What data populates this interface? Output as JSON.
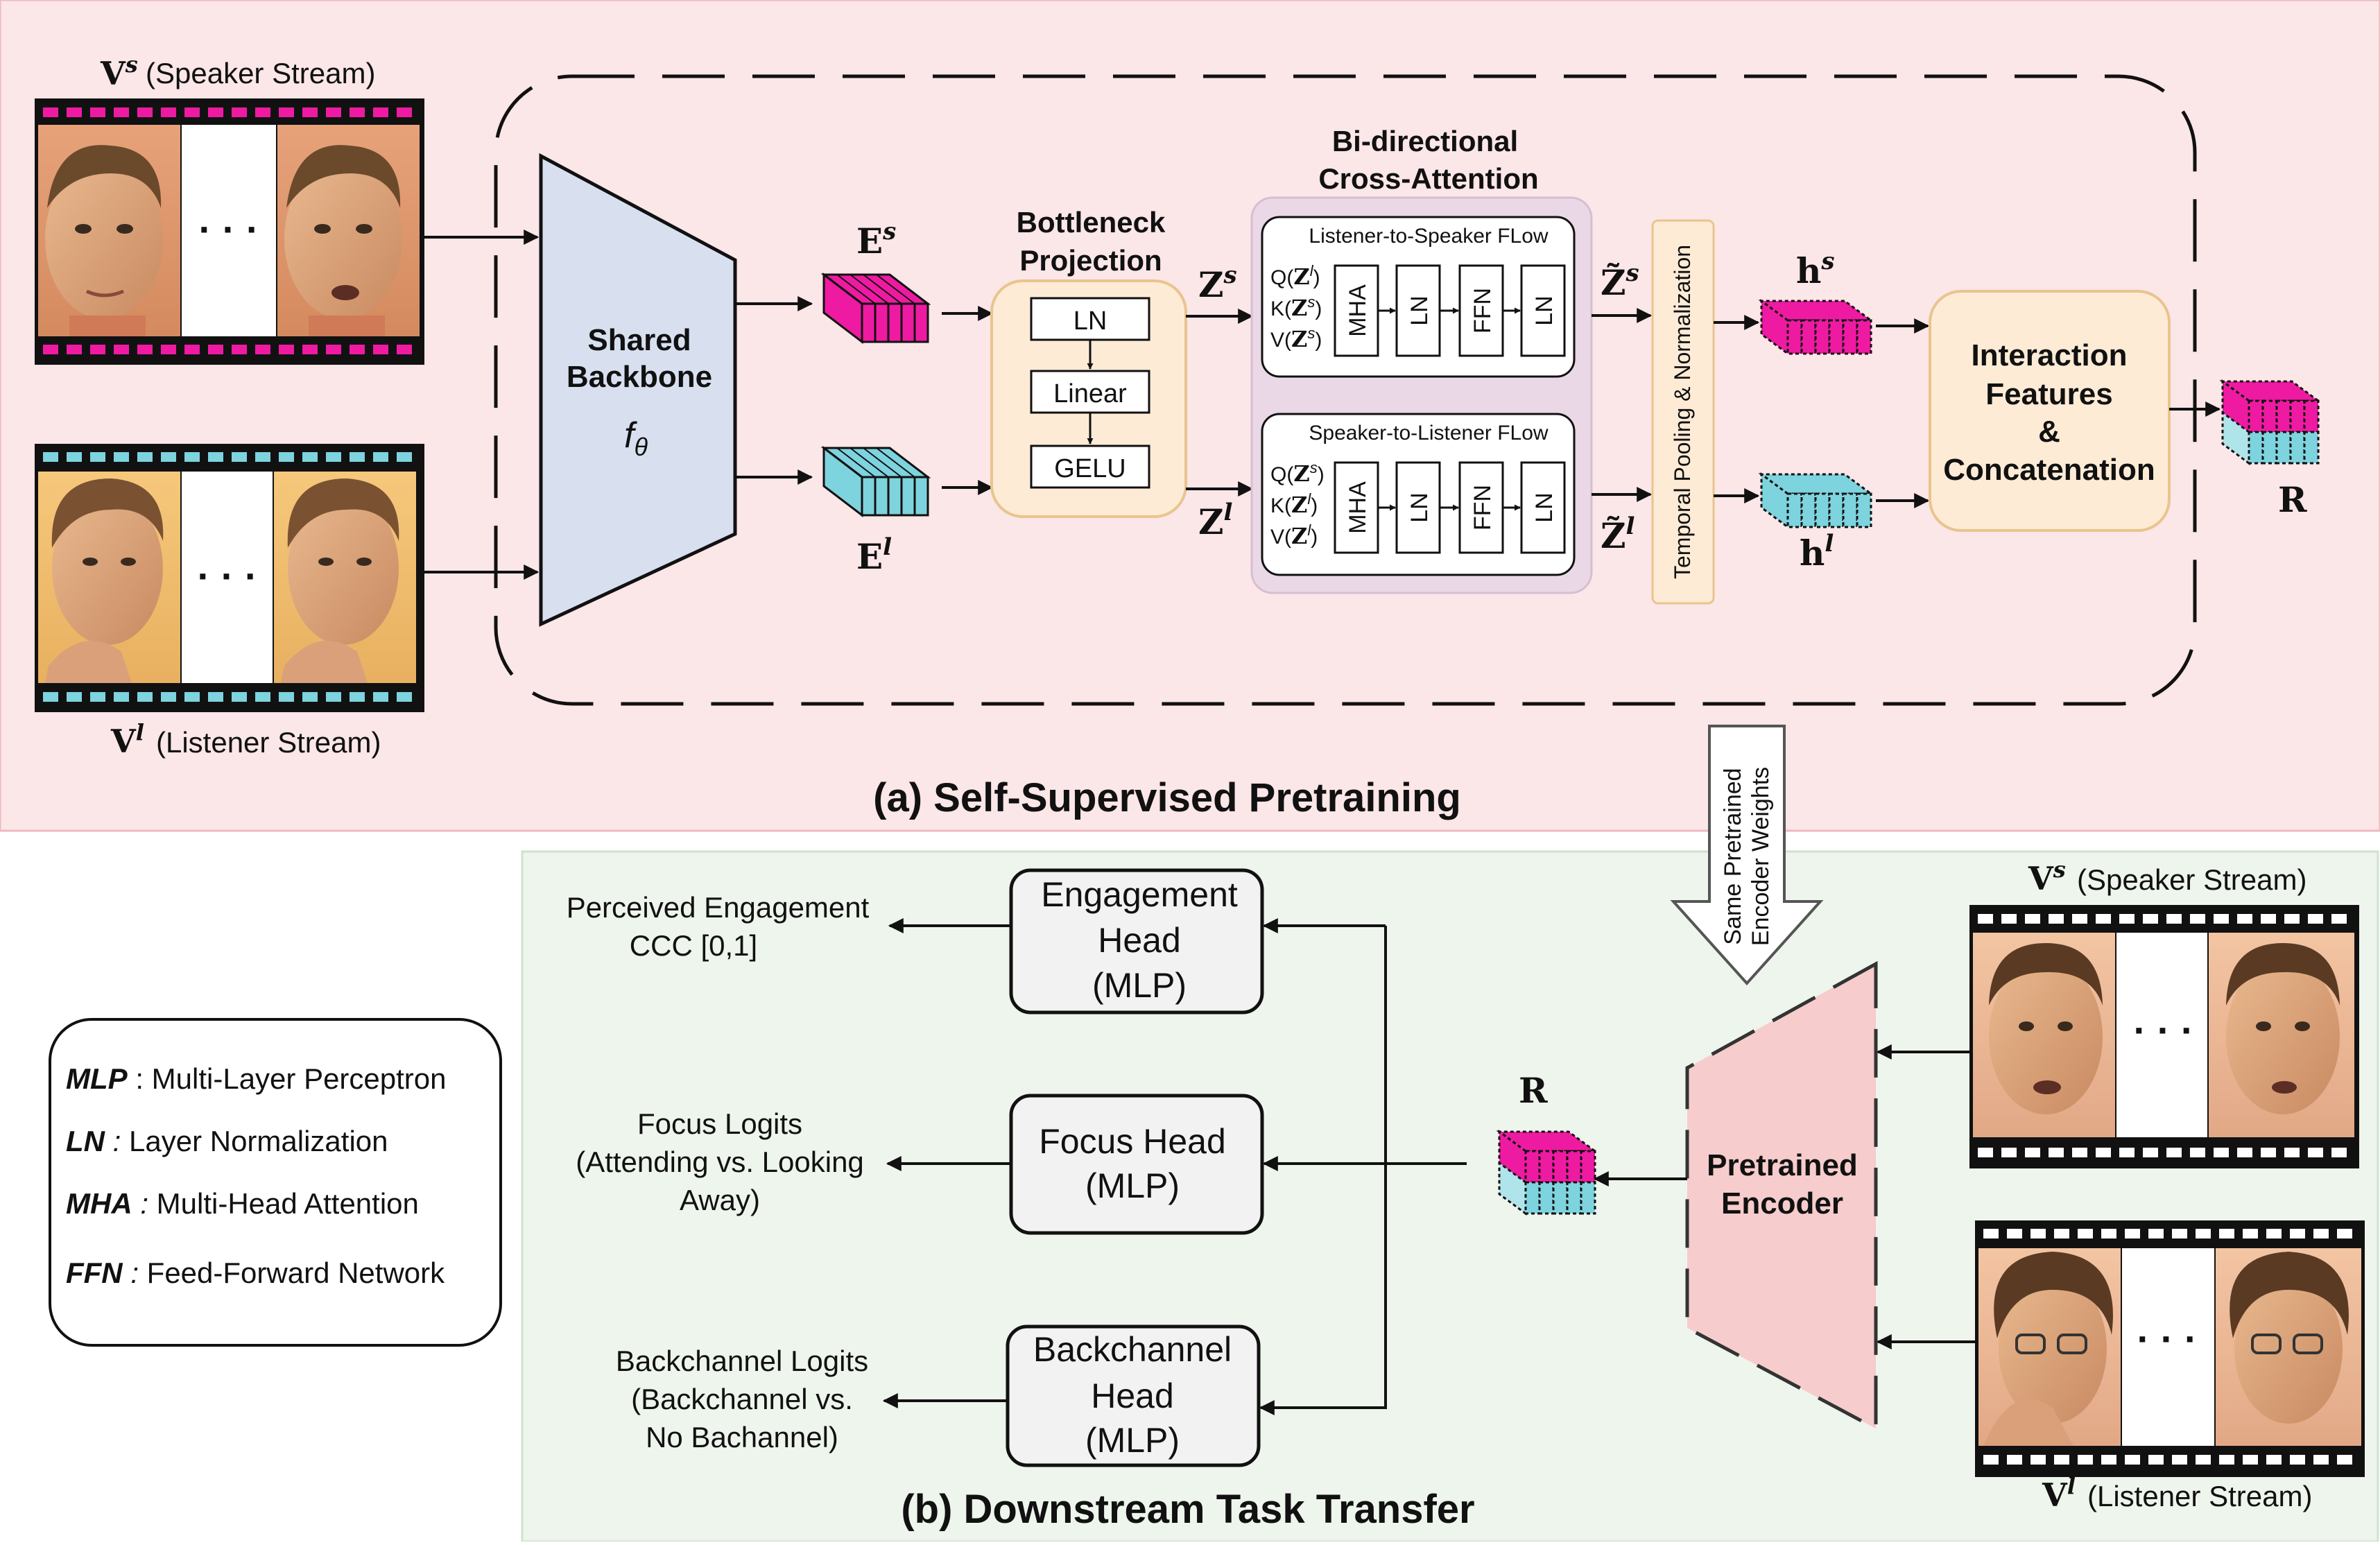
{
  "panel_a": {
    "title": "(a) Self-Supervised Pretraining",
    "speaker_stream": {
      "symbol": "V",
      "sup": "s",
      "label": "(Speaker Stream)"
    },
    "listener_stream": {
      "symbol": "V",
      "sup": "l",
      "label": "(Listener Stream)"
    },
    "ellipsis": "· · ·",
    "backbone": {
      "line1": "Shared",
      "line2": "Backbone",
      "fn": "f",
      "sub": "θ"
    },
    "embed_s": {
      "symbol": "E",
      "sup": "s"
    },
    "embed_l": {
      "symbol": "E",
      "sup": "l"
    },
    "bottleneck": {
      "title1": "Bottleneck",
      "title2": "Projection",
      "ln": "LN",
      "linear": "Linear",
      "gelu": "GELU"
    },
    "z_s": {
      "symbol": "Z",
      "sup": "s"
    },
    "z_l": {
      "symbol": "Z",
      "sup": "l"
    },
    "cross_attention": {
      "title1": "Bi-directional",
      "title2": "Cross-Attention",
      "flow1": {
        "title": "Listener-to-Speaker FLow",
        "q": "Q(",
        "q_sym": "Z",
        "q_sup": "l",
        "k": "K(",
        "k_sym": "Z",
        "k_sup": "s",
        "v": "V(",
        "v_sym": "Z",
        "v_sup": "s",
        "close": ")"
      },
      "flow2": {
        "title": "Speaker-to-Listener FLow",
        "q": "Q(",
        "q_sym": "Z",
        "q_sup": "s",
        "k": "K(",
        "k_sym": "Z",
        "k_sup": "l",
        "v": "V(",
        "v_sym": "Z",
        "v_sup": "l",
        "close": ")"
      },
      "mha": "MHA",
      "ln": "LN",
      "ffn": "FFN"
    },
    "zt_s": {
      "symbol": "Z̃",
      "sup": "s"
    },
    "zt_l": {
      "symbol": "Z̃",
      "sup": "l"
    },
    "pooling": "Temporal Pooling & Normalization",
    "h_s": {
      "symbol": "h",
      "sup": "s"
    },
    "h_l": {
      "symbol": "h",
      "sup": "l"
    },
    "interaction": {
      "line1": "Interaction",
      "line2": "Features",
      "line3": "&",
      "line4": "Concatenation"
    },
    "r": "R"
  },
  "transfer": {
    "line1": "Same Pretrained",
    "line2": "Encoder Weights"
  },
  "panel_b": {
    "title": "(b) Downstream Task Transfer",
    "speaker_stream": {
      "symbol": "V",
      "sup": "s",
      "label": "(Speaker Stream)"
    },
    "listener_stream": {
      "symbol": "V",
      "sup": "l",
      "label": "(Listener Stream)"
    },
    "encoder": {
      "line1": "Pretrained",
      "line2": "Encoder"
    },
    "r": "R",
    "heads": {
      "engagement": {
        "l1": "Engagement",
        "l2": "Head",
        "l3": "(MLP)"
      },
      "focus": {
        "l1": "Focus Head",
        "l2": "(MLP)"
      },
      "backchannel": {
        "l1": "Backchannel",
        "l2": "Head",
        "l3": "(MLP)"
      }
    },
    "outputs": {
      "engagement": {
        "l1": "Perceived Engagement",
        "l2": "CCC [0,1]"
      },
      "focus": {
        "l1": "Focus Logits",
        "l2": "(Attending vs. Looking",
        "l3": "Away)"
      },
      "backchannel": {
        "l1": "Backchannel Logits",
        "l2": "(Backchannel vs.",
        "l3": "No Bachannel)"
      }
    }
  },
  "legend": [
    {
      "abbr": "MLP",
      "sep": " : ",
      "text": "Multi-Layer Perceptron"
    },
    {
      "abbr": "LN",
      "sep": " : ",
      "text": "Layer Normalization"
    },
    {
      "abbr": "MHA",
      "sep": " : ",
      "text": "Multi-Head Attention"
    },
    {
      "abbr": "FFN",
      "sep": " : ",
      "text": "Feed-Forward Network"
    }
  ],
  "colors": {
    "panel_a_bg": "#fbe6e8",
    "panel_b_bg": "#eef5ec",
    "speaker_accent": "#ef1aa2",
    "listener_accent": "#7dd3de",
    "backbone_fill": "#d8e0f0",
    "box_fill": "#fdebd6",
    "box_stroke": "#e9c48e",
    "attention_bg": "#ead8e6",
    "encoder_fill": "#f6cccc",
    "head_fill": "#f2f2f2"
  }
}
